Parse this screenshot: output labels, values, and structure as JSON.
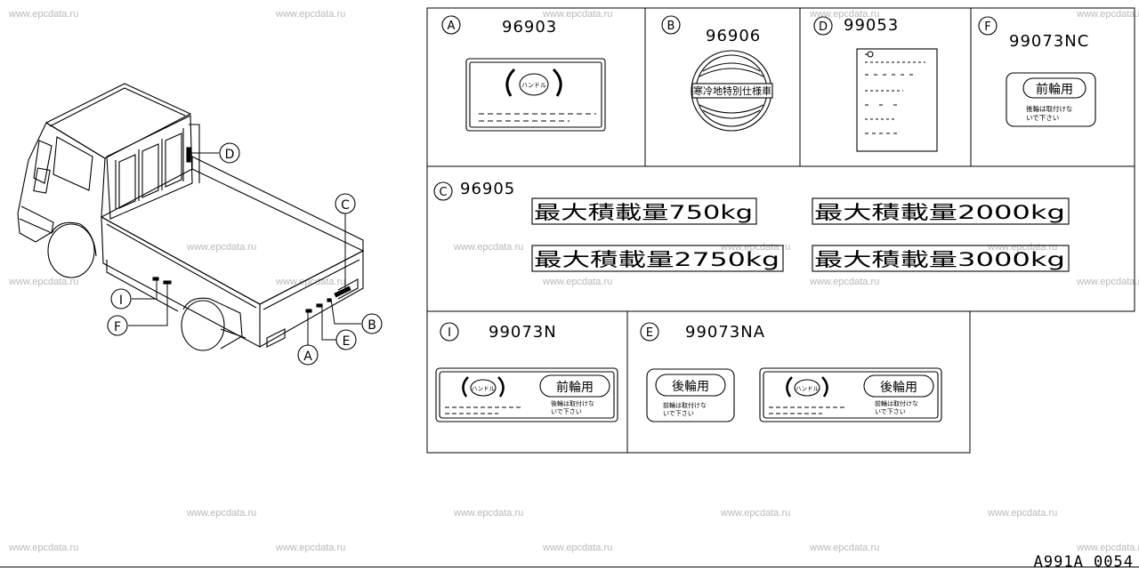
{
  "watermark": "www.epcdata.ru",
  "diagram_code": "A991A 0054",
  "callouts": {
    "A": "A",
    "B": "B",
    "C": "C",
    "D": "D",
    "E": "E",
    "F": "F",
    "I": "I"
  },
  "panels": {
    "A": {
      "letter": "A",
      "part_no": "96903",
      "badge": "ハンドル"
    },
    "B": {
      "letter": "B",
      "part_no": "96906",
      "text": "寒冷地特別仕様車"
    },
    "D": {
      "letter": "D",
      "part_no": "99053"
    },
    "F": {
      "letter": "F",
      "part_no": "99073NC",
      "tag": "前輪用",
      "note_line1": "後輪は取付けな",
      "note_line2": "いで下さい"
    },
    "C": {
      "letter": "C",
      "part_no": "96905",
      "labels": [
        "最大積載量750kg",
        "最大積載量2000kg",
        "最大積載量2750kg",
        "最大積載量3000kg"
      ]
    },
    "I": {
      "letter": "I",
      "part_no": "99073N",
      "badge": "ハンドル",
      "tag": "前輪用",
      "note_line1": "後輪は取付けな",
      "note_line2": "いで下さい"
    },
    "E": {
      "letter": "E",
      "part_no": "99073NA",
      "badge": "ハンドル",
      "tag": "後輪用",
      "note_line1": "前輪は取付けな",
      "note_line2": "いで下さい"
    }
  }
}
